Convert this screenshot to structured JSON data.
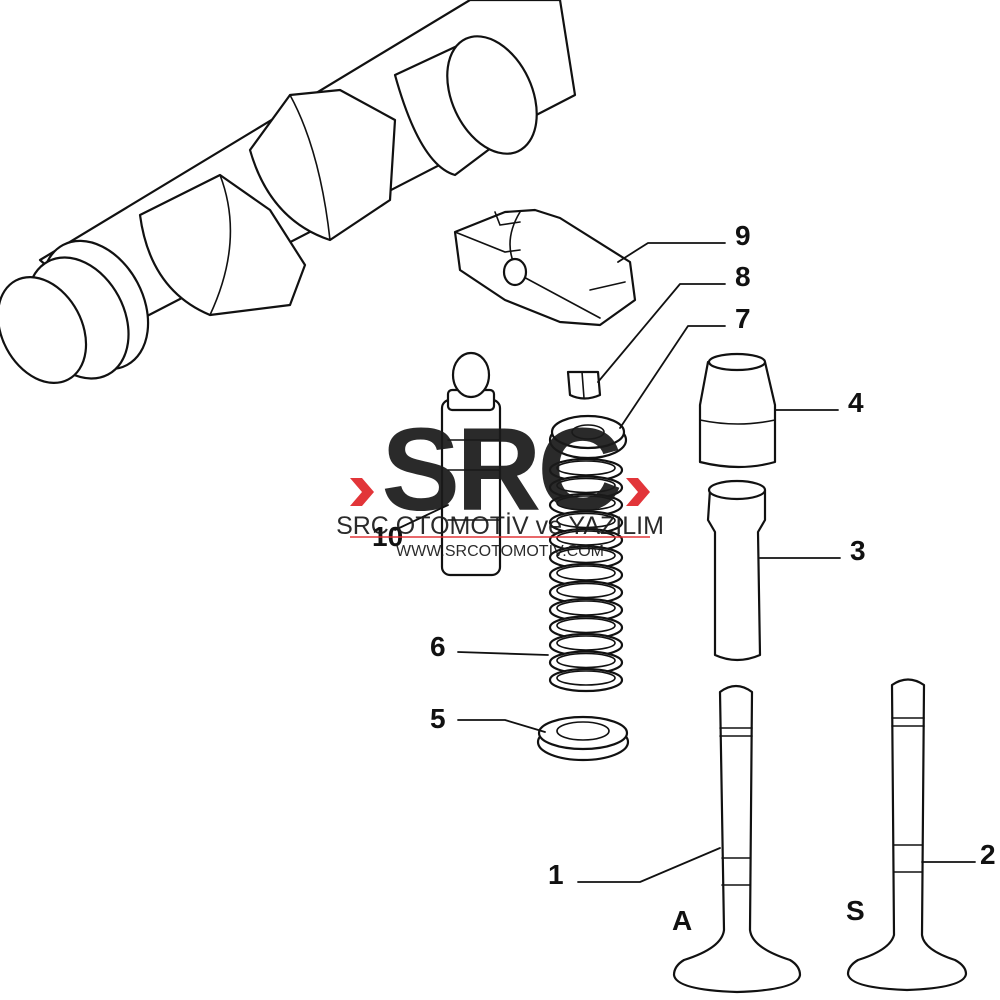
{
  "callouts": {
    "p1": "1",
    "p2": "2",
    "p3": "3",
    "p4": "4",
    "p5": "5",
    "p6": "6",
    "p7": "7",
    "p8": "8",
    "p9": "9",
    "p10": "10"
  },
  "valve_labels": {
    "intake": "A",
    "exhaust": "S"
  },
  "watermark": {
    "logo": "SRC",
    "company": "SRC OTOMOTİV ve YAZILIM",
    "url": "WWW.SRCOTOMOTIV.COM",
    "accent_color": "#e0262b",
    "ink_color": "#1a1a1a"
  },
  "icons": [
    "camshaft-icon",
    "rocker-arm-icon",
    "valve-icon",
    "valve-spring-icon",
    "valve-guide-icon"
  ]
}
